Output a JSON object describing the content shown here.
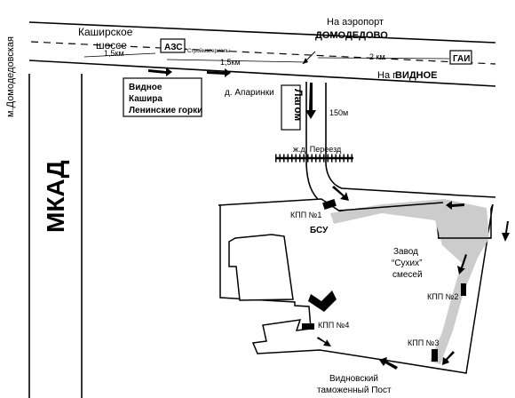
{
  "labels": {
    "metro": "м.Домодедовская",
    "mkad": "МКАД",
    "kashirskoe": "Каширское",
    "shosse": "шоссе",
    "airport_1": "На аэропорт",
    "airport_2": "ДОМОДЕДОВО",
    "vidnoe_prefix": "На г.",
    "vidnoe_name": "ВИДНОЕ",
    "azs": "АЗС",
    "stroymaterialy": "Стройматериалы",
    "gai": "ГАИ",
    "dist_left": "1,5км",
    "dist_mid": "1,5км",
    "dist_right": "2 км",
    "dir_sign_1": "Видное",
    "dir_sign_2": "Кашира",
    "dir_sign_3": "Ленинские горки",
    "aparinki": "д. Апаринки",
    "lagom": "Лагом",
    "dist_150": "150м",
    "rail": "ж.д. Переезд",
    "kpp1": "КПП №1",
    "bsu": "БСУ",
    "zavod_1": "Завод",
    "zavod_2": "“Сухих”",
    "zavod_3": "смесей",
    "kpp2": "КПП №2",
    "kpp3": "КПП №3",
    "kpp4": "КПП №4",
    "customs_1": "Видновский",
    "customs_2": "таможенный Пост"
  },
  "colors": {
    "line": "#000000",
    "highlight_road": "#cccccc",
    "background": "#ffffff"
  }
}
